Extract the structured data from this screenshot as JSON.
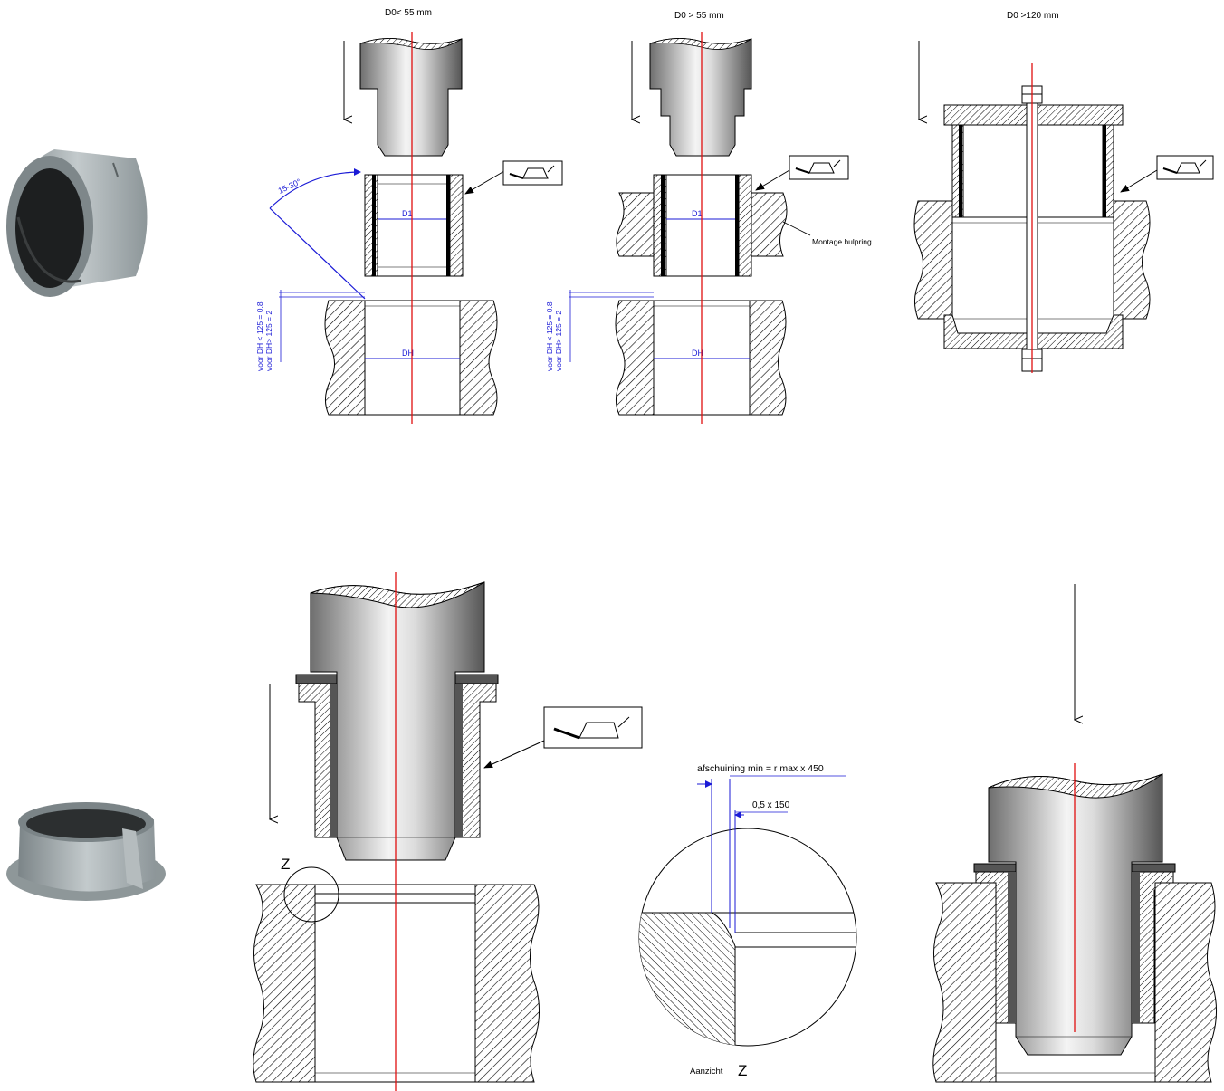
{
  "top": {
    "col1_title": "D0< 55 mm",
    "col2_title": "D0 > 55 mm",
    "col3_title": "D0 >120 mm",
    "angle_label": "15-30°",
    "d1_label": "D1",
    "dh_label": "DH",
    "tol_line1": "voor DH < 125 = 0.8",
    "tol_line2": "voor DH> 125 = 2",
    "ring_label": "Montage hulpring"
  },
  "bottom": {
    "z_marker": "Z",
    "chamfer_label": "afschuining min = r max x 450",
    "chamfer_small_label": "0,5 x 150",
    "view_label": "Aanzicht",
    "view_letter": "Z"
  },
  "colors": {
    "center_line": "#e01010",
    "dimension": "#1a1ad6",
    "photo_gray": "#9aa3a6"
  }
}
